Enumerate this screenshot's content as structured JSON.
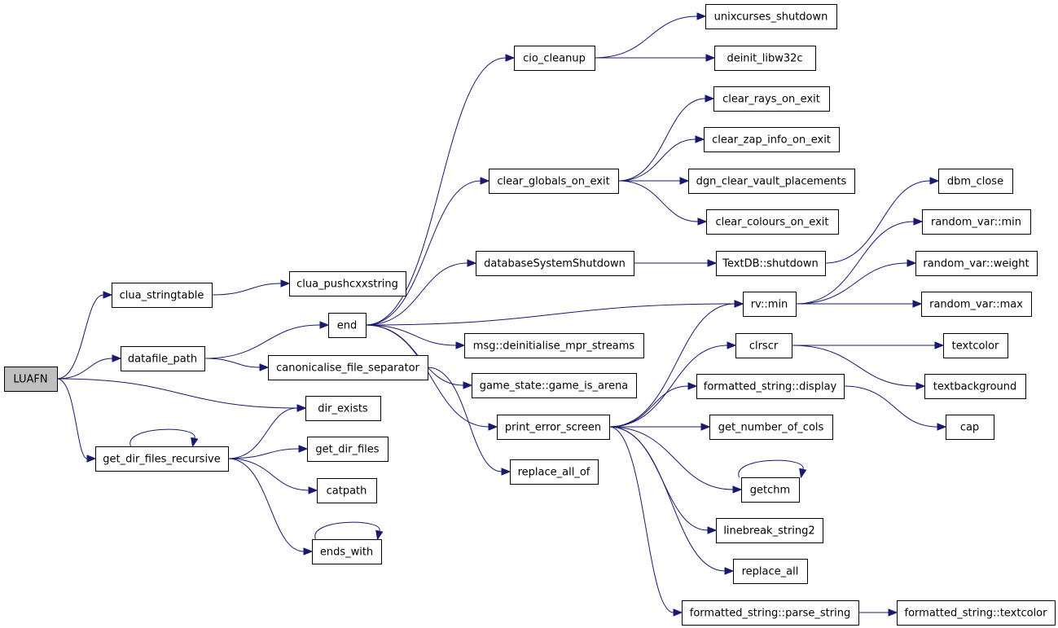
{
  "colors": {
    "edge": "#191970",
    "root_fill": "#bfbfbf",
    "node_fill": "#ffffff",
    "node_border": "#000000"
  },
  "nodes": {
    "luafn": "LUAFN",
    "clua_stringtable": "clua_stringtable",
    "clua_pushcxxstring": "clua_pushcxxstring",
    "datafile_path": "datafile_path",
    "end": "end",
    "canonicalise_file_separator": "canonicalise_file_separator",
    "dir_exists": "dir_exists",
    "get_dir_files_recursive": "get_dir_files_recursive",
    "get_dir_files": "get_dir_files",
    "catpath": "catpath",
    "ends_with": "ends_with",
    "cio_cleanup": "cio_cleanup",
    "unixcurses_shutdown": "unixcurses_shutdown",
    "deinit_libw32c": "deinit_libw32c",
    "clear_rays_on_exit": "clear_rays_on_exit",
    "clear_zap_info_on_exit": "clear_zap_info_on_exit",
    "clear_globals_on_exit": "clear_globals_on_exit",
    "dgn_clear_vault_placements": "dgn_clear_vault_placements",
    "clear_colours_on_exit": "clear_colours_on_exit",
    "databaseSystemShutdown": "databaseSystemShutdown",
    "textdb_shutdown": "TextDB::shutdown",
    "dbm_close": "dbm_close",
    "random_var_min": "random_var::min",
    "random_var_weight": "random_var::weight",
    "rv_min": "rv::min",
    "random_var_max": "random_var::max",
    "msg_deinitialise": "msg::deinitialise_mpr_streams",
    "game_is_arena": "game_state::game_is_arena",
    "clrscr": "clrscr",
    "textcolor": "textcolor",
    "textbackground": "textbackground",
    "fs_display": "formatted_string::display",
    "print_error_screen": "print_error_screen",
    "get_number_of_cols": "get_number_of_cols",
    "cap": "cap",
    "getchm": "getchm",
    "replace_all_of": "replace_all_of",
    "linebreak_string2": "linebreak_string2",
    "replace_all": "replace_all",
    "fs_parse_string": "formatted_string::parse_string",
    "fs_textcolor": "formatted_string::textcolor"
  }
}
